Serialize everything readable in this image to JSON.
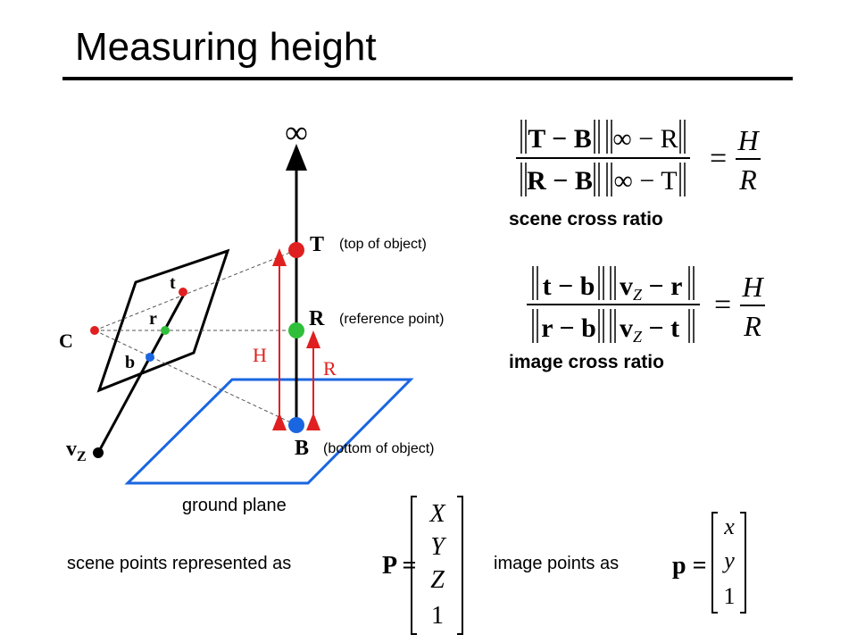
{
  "slide": {
    "title": "Measuring height"
  },
  "diagram": {
    "infinity_symbol": "∞",
    "label_T": "T",
    "label_R": "R",
    "label_B": "B",
    "label_T_desc": "(top of object)",
    "label_R_desc": "(reference point)",
    "label_B_desc": "(bottom of object)",
    "label_H": "H",
    "label_R_red": "R",
    "label_t": "t",
    "label_r": "r",
    "label_b": "b",
    "label_C": "C",
    "label_vz_main": "v",
    "label_vz_sub": "Z",
    "ground_plane": "ground plane",
    "colors": {
      "blue": "#1a66e0",
      "red": "#e02020",
      "green": "#2fbf3a",
      "black": "#000000"
    }
  },
  "formulas": {
    "scene_cross_ratio": {
      "num_left": "T − B",
      "num_right": "∞ − R",
      "den_left": "R − B",
      "den_right": "∞ − T",
      "equals": "=",
      "rhs_num": "H",
      "rhs_den": "R",
      "caption": "scene cross ratio"
    },
    "image_cross_ratio": {
      "num_left": "t − b",
      "num_right_v": "v",
      "num_right_sub": "Z",
      "num_right_rest": " − r",
      "den_left": "r − b",
      "den_right_v": "v",
      "den_right_sub": "Z",
      "den_right_rest": " − t",
      "equals": "=",
      "rhs_num": "H",
      "rhs_den": "R",
      "caption": "image cross ratio"
    }
  },
  "representation": {
    "scene_text": "scene points represented as",
    "scene_lhs": "P =",
    "scene_vector": [
      "X",
      "Y",
      "Z",
      "1"
    ],
    "image_text": "image points as",
    "image_lhs": "p =",
    "image_vector": [
      "x",
      "y",
      "1"
    ]
  }
}
